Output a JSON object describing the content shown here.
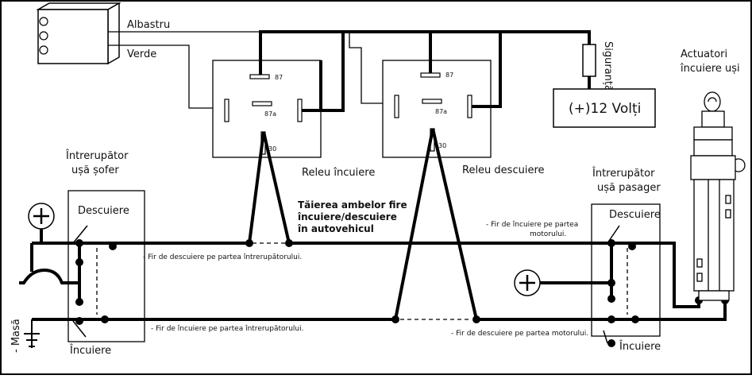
{
  "wires": {
    "blue": "Albastru",
    "green": "Verde"
  },
  "fuse_label": "Siguranță",
  "power_label": "(+)12 Volți",
  "actuators_label": [
    "Actuatori",
    "încuiere uși"
  ],
  "relay_lock": {
    "label": "Releu încuiere",
    "pins": {
      "p87": "87",
      "p87a": "87a",
      "p30": "30"
    }
  },
  "relay_unlock": {
    "label": "Releu descuiere",
    "pins": {
      "p87": "87",
      "p87a": "87a",
      "p30": "30"
    }
  },
  "driver_switch": {
    "title": [
      "Întrerupător",
      "ușă șofer"
    ],
    "unlock": "Descuiere",
    "lock": "Încuiere"
  },
  "passenger_switch": {
    "title": [
      "Întrerupător",
      "ușă pasager"
    ],
    "unlock": "Descuiere",
    "lock": "Încuiere"
  },
  "cut_note": [
    "Tăierea ambelor fire",
    "încuiere/descuiere",
    "în autovehicul"
  ],
  "notes": {
    "unlock_switch_side": "- Fir de descuiere pe partea întrerupătorului.",
    "lock_switch_side": "- Fir de încuiere pe partea întrerupătorului.",
    "lock_motor_side": [
      "- Fir de încuiere pe partea",
      "motorului."
    ],
    "unlock_motor_side": "- Fir de descuiere pe partea motorului."
  },
  "ground_label": "- Masă"
}
